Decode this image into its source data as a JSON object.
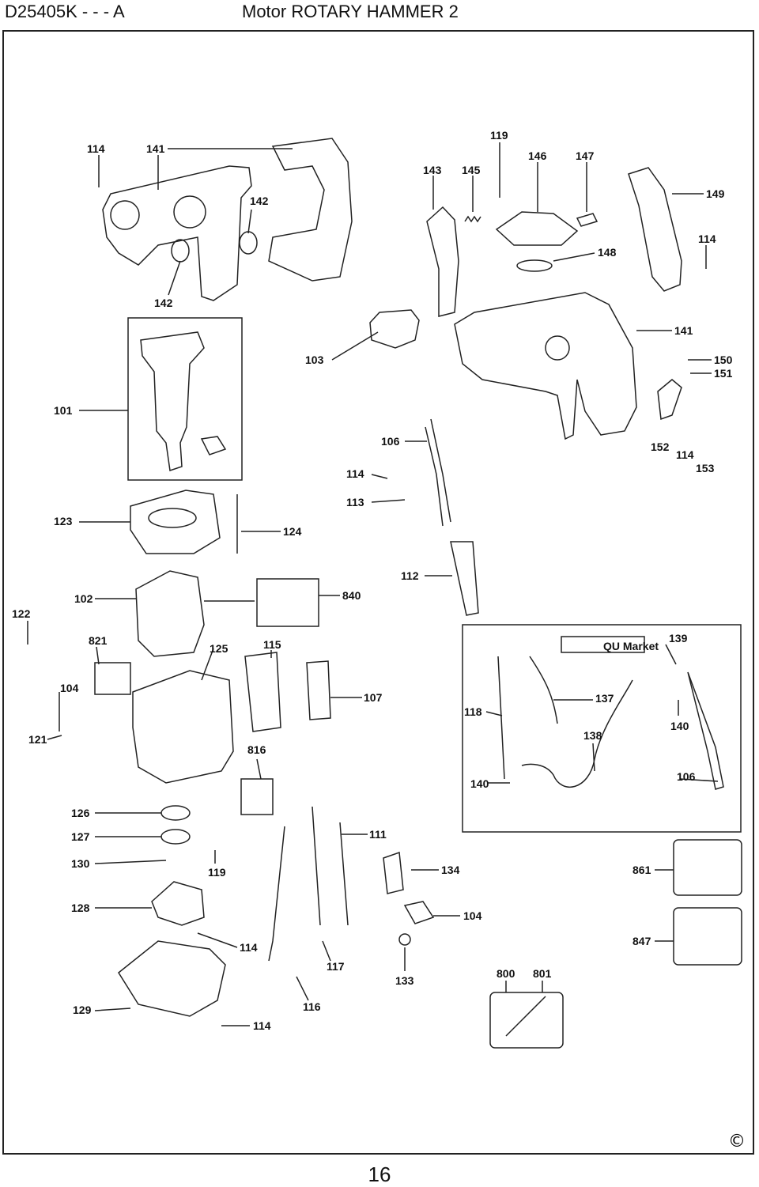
{
  "header": {
    "model": "D25405K - - - A",
    "title": "Motor ROTARY HAMMER 2"
  },
  "callouts": [
    {
      "label": "114"
    },
    {
      "label": "141"
    },
    {
      "label": "142"
    },
    {
      "label": "142"
    },
    {
      "label": "119"
    },
    {
      "label": "143"
    },
    {
      "label": "145"
    },
    {
      "label": "146"
    },
    {
      "label": "147"
    },
    {
      "label": "149"
    },
    {
      "label": "114"
    },
    {
      "label": "148"
    },
    {
      "label": "141"
    },
    {
      "label": "150"
    },
    {
      "label": "151"
    },
    {
      "label": "103"
    },
    {
      "label": "101"
    },
    {
      "label": "106"
    },
    {
      "label": "114"
    },
    {
      "label": "113"
    },
    {
      "label": "152"
    },
    {
      "label": "114"
    },
    {
      "label": "153"
    },
    {
      "label": "123"
    },
    {
      "label": "124"
    },
    {
      "label": "112"
    },
    {
      "label": "102"
    },
    {
      "label": "840"
    },
    {
      "label": "122"
    },
    {
      "label": "821"
    },
    {
      "label": "125"
    },
    {
      "label": "115"
    },
    {
      "label": "104"
    },
    {
      "label": "107"
    },
    {
      "label": "121"
    },
    {
      "label": "816"
    },
    {
      "label": "139"
    },
    {
      "label": "137"
    },
    {
      "label": "118"
    },
    {
      "label": "140"
    },
    {
      "label": "138"
    },
    {
      "label": "106"
    },
    {
      "label": "140"
    },
    {
      "label": "126"
    },
    {
      "label": "127"
    },
    {
      "label": "111"
    },
    {
      "label": "130"
    },
    {
      "label": "119"
    },
    {
      "label": "134"
    },
    {
      "label": "861"
    },
    {
      "label": "128"
    },
    {
      "label": "104"
    },
    {
      "label": "114"
    },
    {
      "label": "847"
    },
    {
      "label": "117"
    },
    {
      "label": "133"
    },
    {
      "label": "800"
    },
    {
      "label": "801"
    },
    {
      "label": "129"
    },
    {
      "label": "116"
    },
    {
      "label": "114"
    }
  ],
  "qu_market_label": "QU Market",
  "copyright": "©",
  "page_number": "16"
}
